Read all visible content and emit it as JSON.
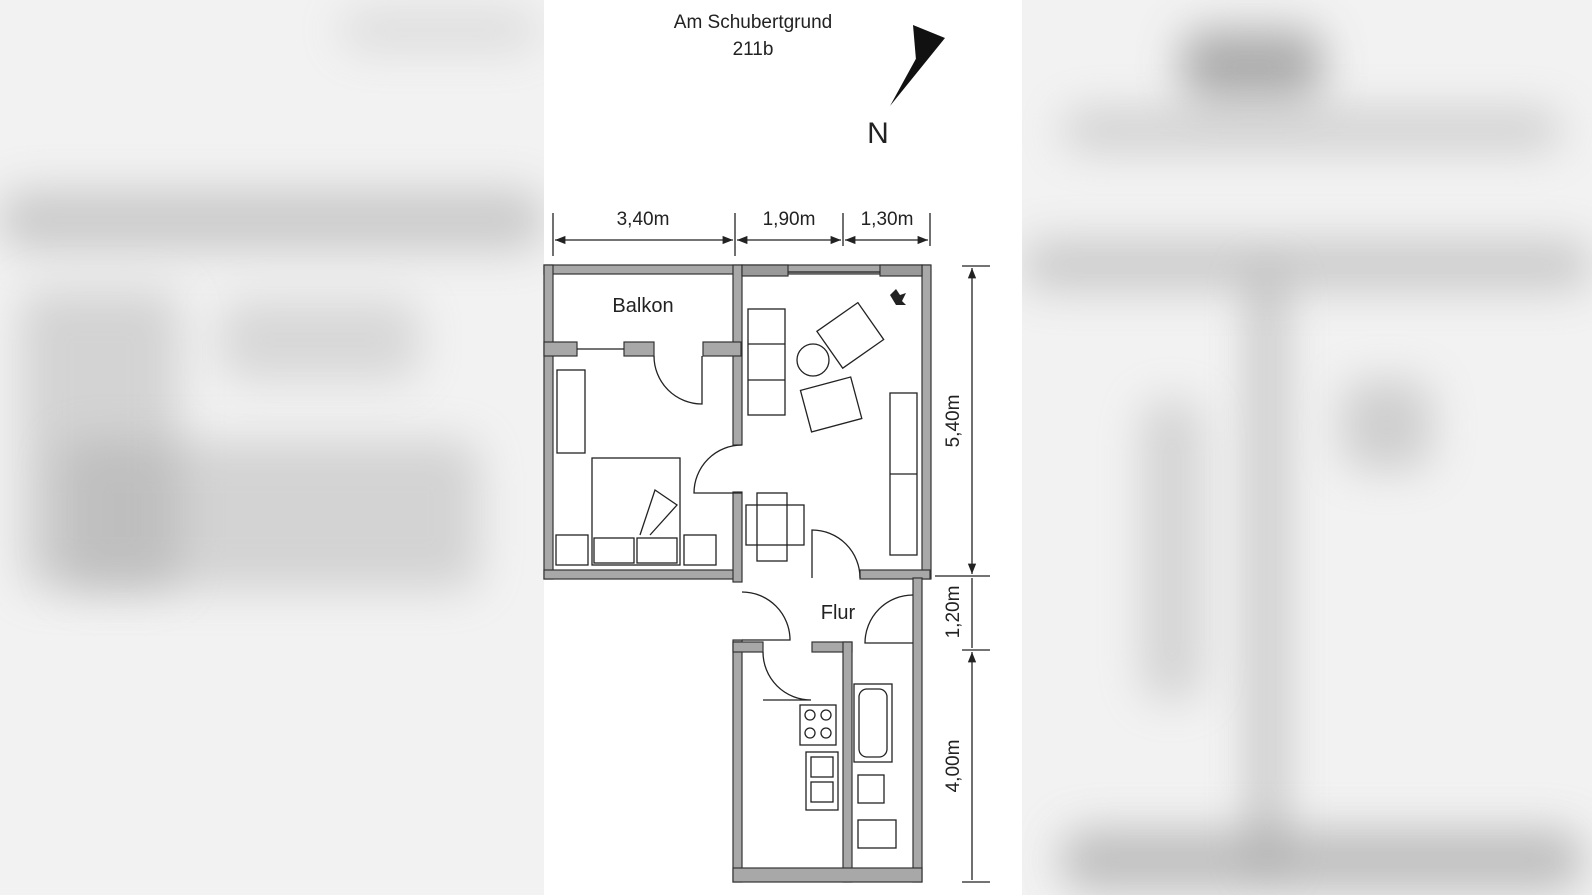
{
  "header": {
    "street": "Am Schubertgrund",
    "number": "211b"
  },
  "compass": {
    "label": "N",
    "icon": "north-arrow-icon"
  },
  "dimensions": {
    "width_1": "3,40m",
    "width_2": "1,90m",
    "width_3": "1,30m",
    "depth_1": "5,40m",
    "depth_2": "1,20m",
    "depth_3": "4,00m"
  },
  "rooms": {
    "balcony": "Balkon",
    "hall": "Flur"
  }
}
